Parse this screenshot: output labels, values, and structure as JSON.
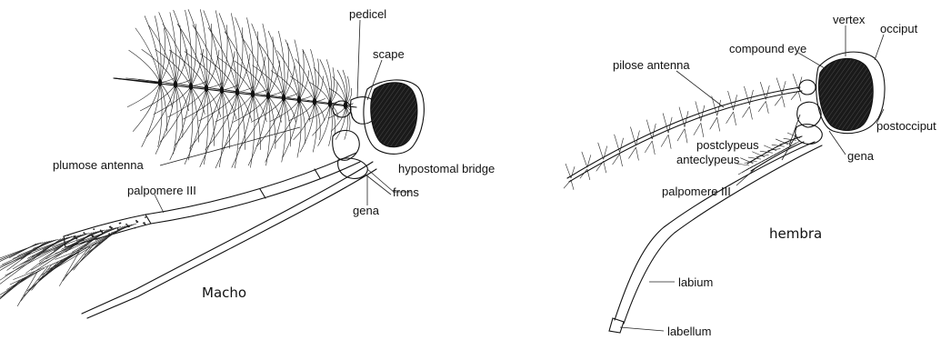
{
  "male": {
    "labels": {
      "pedicel": "pedicel",
      "scape": "scape",
      "plumose_antenna": "plumose antenna",
      "hypostomal_bridge": "hypostomal bridge",
      "frons": "frons",
      "gena": "gena",
      "palpomere_iii": "palpomere III"
    },
    "sex_label": "Macho"
  },
  "female": {
    "labels": {
      "vertex": "vertex",
      "occiput": "occiput",
      "compound_eye": "compound eye",
      "pilose_antenna": "pilose antenna",
      "postocciput": "postocciput",
      "postclypeus": "postclypeus",
      "anteclypeus": "anteclypeus",
      "gena": "gena",
      "palpomere_iii": "palpomere III",
      "labium": "labium",
      "labellum": "labellum"
    },
    "sex_label": "hembra"
  }
}
